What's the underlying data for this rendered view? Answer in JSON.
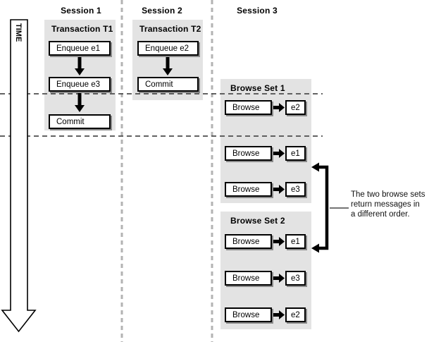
{
  "time_axis": {
    "label": "TIME"
  },
  "sessions": [
    {
      "title": "Session 1"
    },
    {
      "title": "Session 2"
    },
    {
      "title": "Session 3"
    }
  ],
  "transactions": [
    {
      "title": "Transaction T1",
      "steps": [
        "Enqueue e1",
        "Enqueue e3",
        "Commit"
      ]
    },
    {
      "title": "Transaction T2",
      "steps": [
        "Enqueue e2",
        "Commit"
      ]
    }
  ],
  "browse_sets": [
    {
      "title": "Browse Set 1",
      "rows": [
        {
          "action": "Browse",
          "result": "e2"
        },
        {
          "action": "Browse",
          "result": "e1"
        },
        {
          "action": "Browse",
          "result": "e3"
        }
      ]
    },
    {
      "title": "Browse Set 2",
      "rows": [
        {
          "action": "Browse",
          "result": "e1"
        },
        {
          "action": "Browse",
          "result": "e3"
        },
        {
          "action": "Browse",
          "result": "e2"
        }
      ]
    }
  ],
  "annotation": {
    "lines": [
      "The two browse sets",
      "return messages in",
      "a different order."
    ]
  },
  "colors": {
    "panel": "#e3e3e3",
    "box_border": "#000000",
    "box_shadow": "#8a8a8a",
    "horizontal_dash": "#4d4d4d",
    "vertical_dash": "#b3b3b3"
  }
}
